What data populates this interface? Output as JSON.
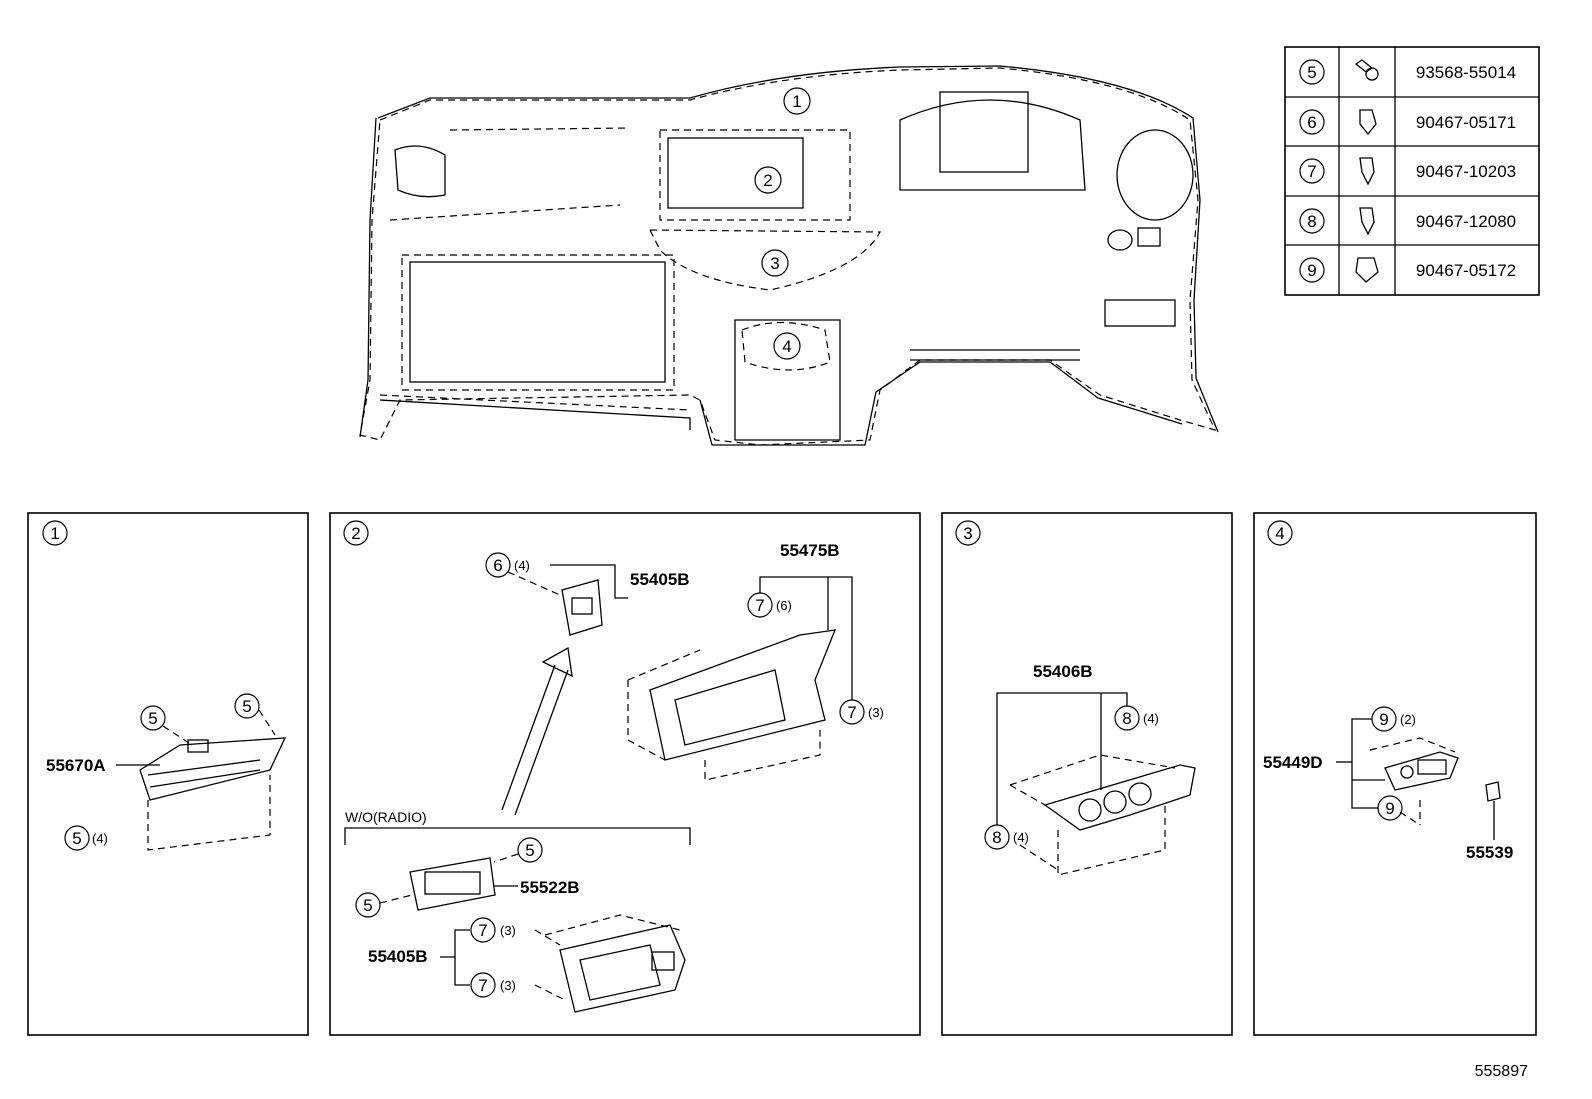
{
  "fastener_table": [
    {
      "ref": "5",
      "icon": "bolt-icon",
      "part": "93568-55014"
    },
    {
      "ref": "6",
      "icon": "clip-icon",
      "part": "90467-05171"
    },
    {
      "ref": "7",
      "icon": "clip-icon",
      "part": "90467-10203"
    },
    {
      "ref": "8",
      "icon": "clip-icon",
      "part": "90467-12080"
    },
    {
      "ref": "9",
      "icon": "clip-icon",
      "part": "90467-05172"
    }
  ],
  "overview_callouts": [
    "1",
    "2",
    "3",
    "4"
  ],
  "panels": {
    "p1": {
      "ref": "1",
      "part": "55670A",
      "c_a": "5",
      "c_b": "5",
      "c_c": "5",
      "c_c_qty": "(4)"
    },
    "p2": {
      "ref": "2",
      "part_top": "55405B",
      "c6": "6",
      "c6_qty": "(4)",
      "part_right": "55475B",
      "c7a": "7",
      "c7a_qty": "(6)",
      "c7b": "7",
      "c7b_qty": "(3)",
      "variant_label": "W/O(RADIO)",
      "part_mid": "55522B",
      "c5a": "5",
      "c5b": "5",
      "part_bottom": "55405B",
      "c7c": "7",
      "c7c_qty": "(3)",
      "c7d": "7",
      "c7d_qty": "(3)"
    },
    "p3": {
      "ref": "3",
      "part": "55406B",
      "c8a": "8",
      "c8a_qty": "(4)",
      "c8b": "8",
      "c8b_qty": "(4)"
    },
    "p4": {
      "ref": "4",
      "part": "55449D",
      "part_small": "55539",
      "c9a": "9",
      "c9a_qty": "(2)",
      "c9b": "9"
    }
  },
  "footer_code": "555897"
}
